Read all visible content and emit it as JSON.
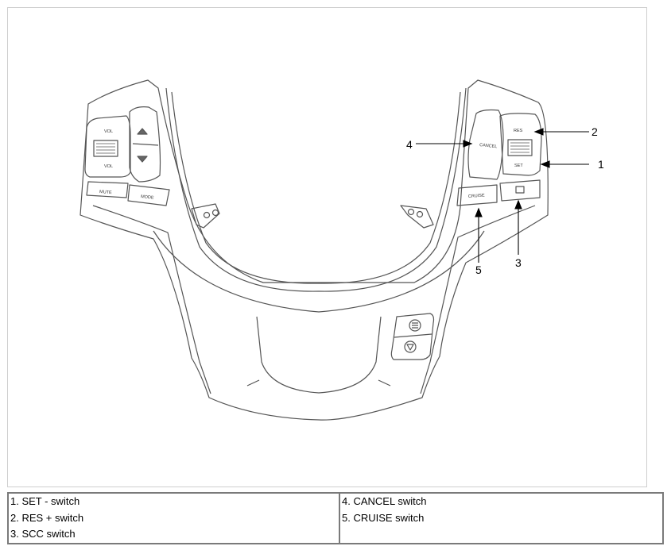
{
  "callouts": [
    {
      "num": "1"
    },
    {
      "num": "2"
    },
    {
      "num": "3"
    },
    {
      "num": "4"
    },
    {
      "num": "5"
    }
  ],
  "buttons": {
    "vol_up": "VOL",
    "vol_down": "VOL",
    "mute": "MUTE",
    "mode": "MODE",
    "cancel": "CANCEL",
    "res": "RES",
    "set": "SET",
    "cruise": "CRUISE"
  },
  "legend": {
    "left": [
      "1. SET - switch",
      "2. RES + switch",
      "3. SCC switch"
    ],
    "right": [
      "4. CANCEL switch",
      "5. CRUISE switch"
    ]
  }
}
